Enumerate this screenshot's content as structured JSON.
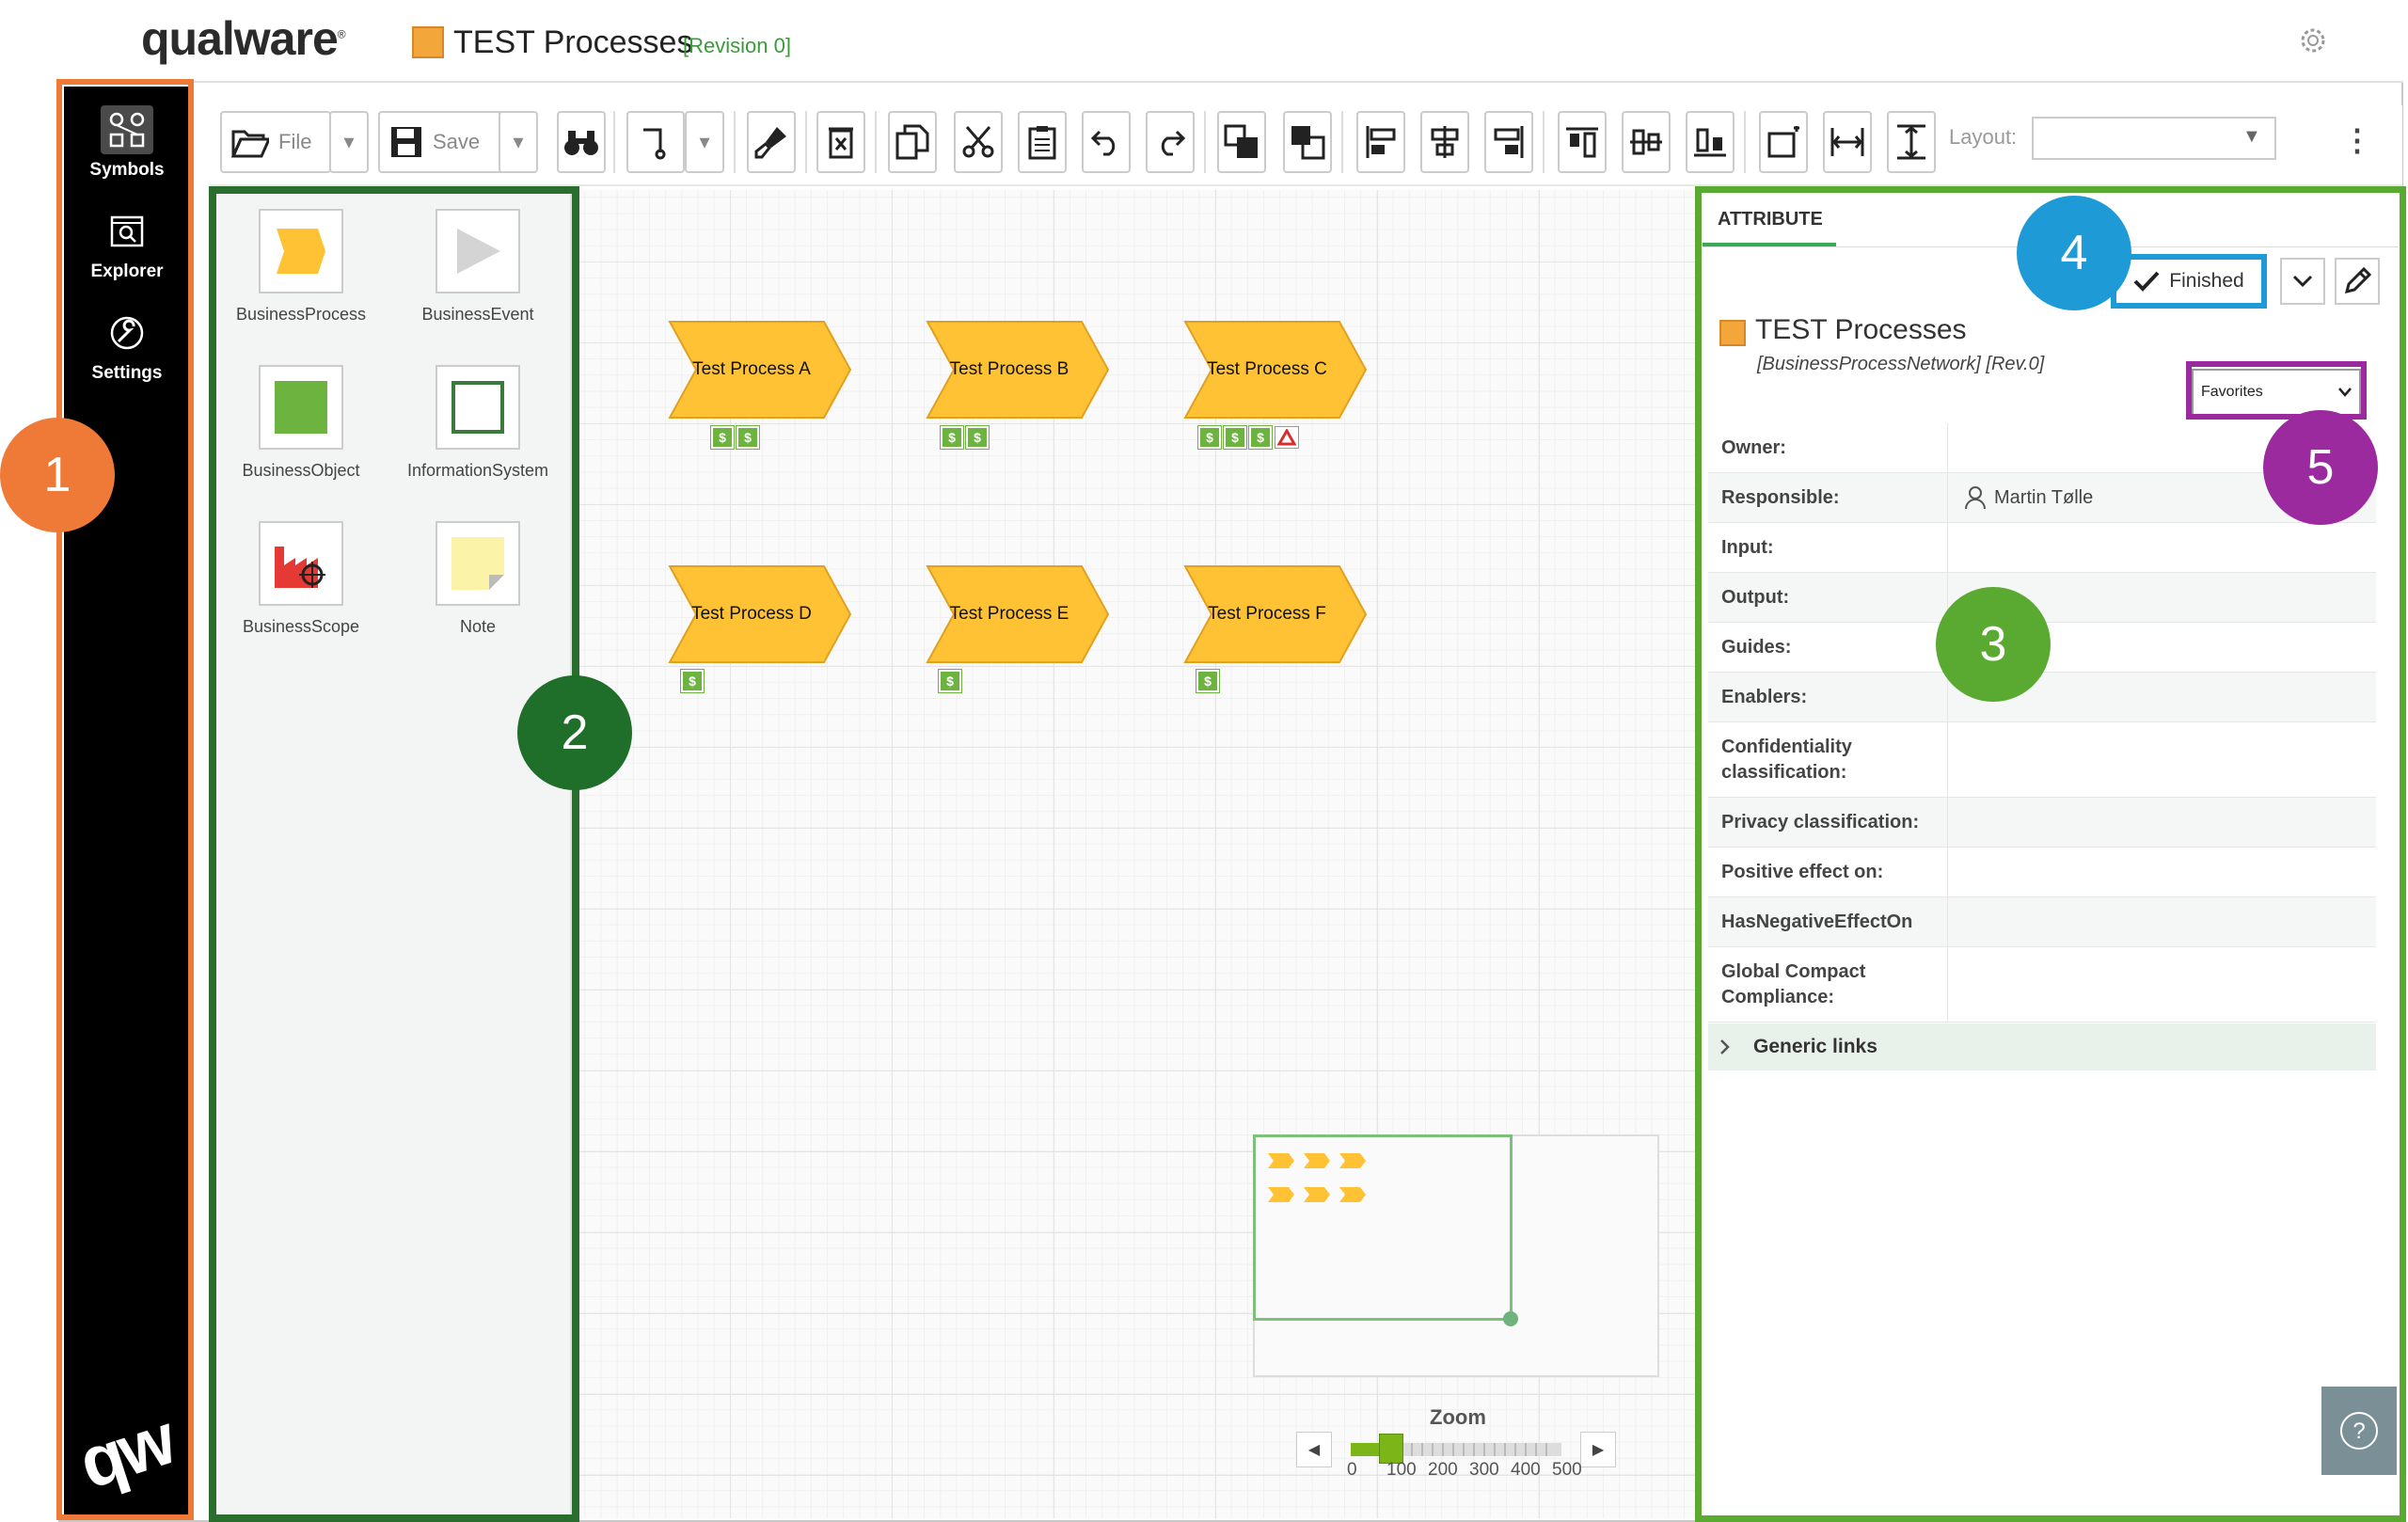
{
  "header": {
    "logo": "qualware",
    "logo_mark": "®",
    "title": "TEST Processes",
    "revision": "[Revision 0]"
  },
  "leftnav": {
    "items": [
      {
        "label": "Symbols",
        "icon": "symbols-icon"
      },
      {
        "label": "Explorer",
        "icon": "explorer-icon"
      },
      {
        "label": "Settings",
        "icon": "settings-icon"
      }
    ],
    "logo": "qw"
  },
  "toolbar": {
    "file": "File",
    "save": "Save",
    "layout_label": "Layout:",
    "layout_value": ""
  },
  "palette": {
    "items": [
      {
        "label": "BusinessProcess"
      },
      {
        "label": "BusinessEvent"
      },
      {
        "label": "BusinessObject"
      },
      {
        "label": "InformationSystem"
      },
      {
        "label": "BusinessScope"
      },
      {
        "label": "Note"
      }
    ]
  },
  "canvas": {
    "processes": [
      {
        "label": "Test Process A",
        "badges": 2,
        "warning": false
      },
      {
        "label": "Test Process B",
        "badges": 2,
        "warning": false
      },
      {
        "label": "Test Process C",
        "badges": 3,
        "warning": true
      },
      {
        "label": "Test Process D",
        "badges": 1,
        "warning": false
      },
      {
        "label": "Test Process E",
        "badges": 1,
        "warning": false
      },
      {
        "label": "Test Process F",
        "badges": 1,
        "warning": false
      }
    ],
    "badge_glyph": "$"
  },
  "zoom": {
    "label": "Zoom",
    "ticks": [
      "0",
      "100",
      "200",
      "300",
      "400",
      "500"
    ],
    "value": 100
  },
  "attribute": {
    "tab": "ATTRIBUTE",
    "status": "Finished",
    "title": "TEST Processes",
    "subtitle": "[BusinessProcessNetwork] [Rev.0]",
    "view_select": "Favorites",
    "rows": [
      {
        "key": "Owner:",
        "value": ""
      },
      {
        "key": "Responsible:",
        "value": "Martin Tølle"
      },
      {
        "key": "Input:",
        "value": ""
      },
      {
        "key": "Output:",
        "value": ""
      },
      {
        "key": "Guides:",
        "value": ""
      },
      {
        "key": "Enablers:",
        "value": ""
      },
      {
        "key": "Confidentiality classification:",
        "value": ""
      },
      {
        "key": "Privacy classification:",
        "value": ""
      },
      {
        "key": "Positive effect on:",
        "value": ""
      },
      {
        "key": "HasNegativeEffectOn",
        "value": ""
      },
      {
        "key": "Global Compact Compliance:",
        "value": ""
      }
    ],
    "generic_links": "Generic links",
    "help": "?"
  },
  "callouts": [
    "1",
    "2",
    "3",
    "4",
    "5"
  ],
  "colors": {
    "accent_green": "#3aaa5a",
    "process_fill": "#ffc234",
    "badge_green": "#6db33f",
    "callout_orange": "#ef7a38",
    "callout_darkgreen": "#1f6e2a",
    "callout_green": "#5aaa32",
    "callout_blue": "#1e9ad6",
    "callout_purple": "#9a2a9e"
  }
}
